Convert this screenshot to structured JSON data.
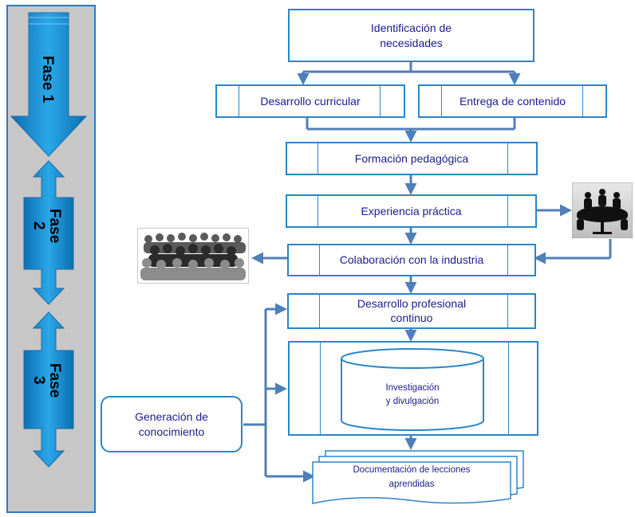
{
  "phases": {
    "fase1": "Fase 1",
    "fase2": "Fase\n2",
    "fase3": "Fase\n3"
  },
  "nodes": {
    "identificacion": "Identificación de\nnecesidades",
    "desarrollo_curricular": "Desarrollo curricular",
    "entrega_contenido": "Entrega de contenido",
    "formacion": "Formación pedagógica",
    "experiencia": "Experiencia práctica",
    "colaboracion": "Colaboración con la industria",
    "desarrollo_profesional": "Desarrollo profesional\ncontinuo",
    "investigacion": "Investigación\ny divulgación",
    "generacion": "Generación de\nconocimiento",
    "documentacion": "Documentación de lecciones\naprendidas"
  },
  "colors": {
    "accent": "#2a86c8",
    "arrow": "#4f7fb8",
    "text": "#1b1b8f",
    "phase_panel": "#c7c7c7",
    "phase_fill": "#1c93d4"
  },
  "images": {
    "crowd": "crowd-silhouettes-image",
    "meeting": "meeting-table-image"
  }
}
